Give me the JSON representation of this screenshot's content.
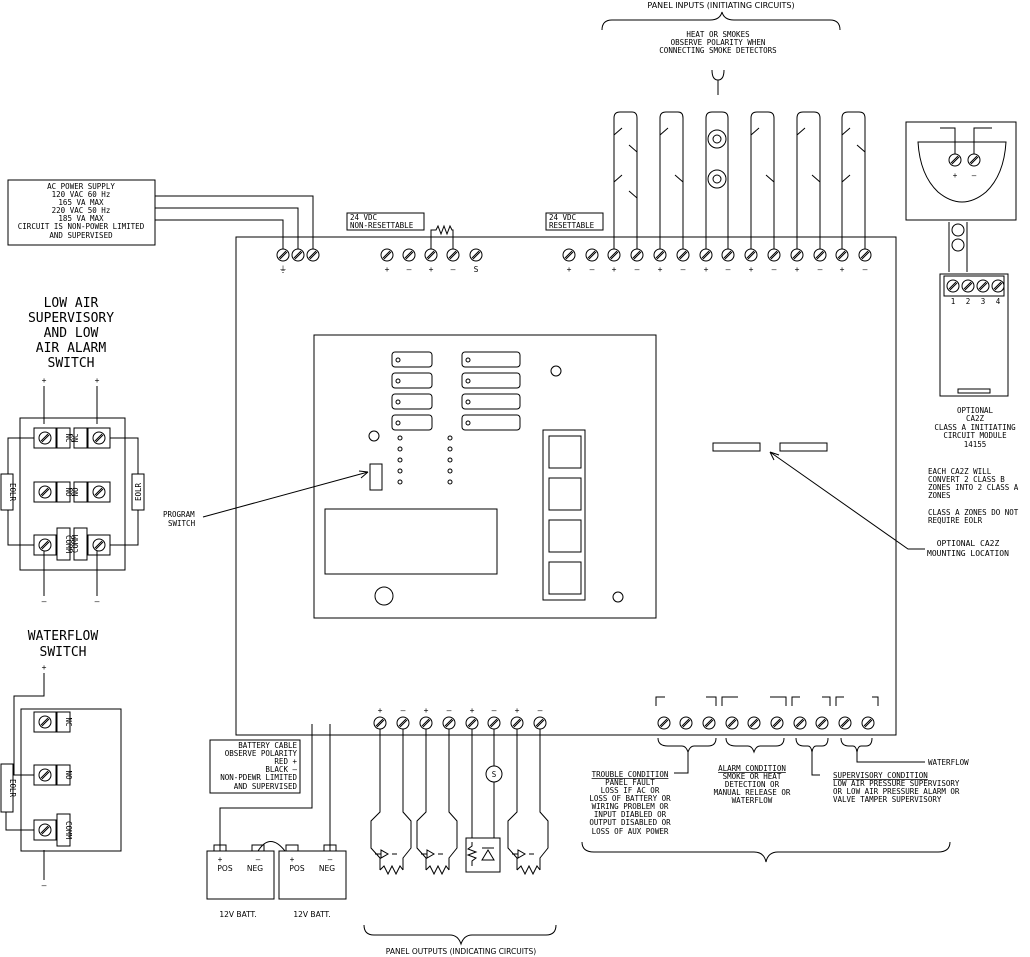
{
  "panel_inputs": {
    "title": "PANEL INPUTS (INITIATING CIRCUITS)",
    "detectors_note": [
      "HEAT OR SMOKES",
      "OBSERVE POLARITY WHEN",
      "CONNECTING SMOKE DETECTORS"
    ]
  },
  "panel_outputs": {
    "title": "PANEL OUTPUTS (INDICATING CIRCUITS)"
  },
  "ac_power": {
    "lines": [
      "AC POWER SUPPLY",
      "120 VAC 60 Hz",
      "165 VA  MAX",
      "220 VAC 50 Hz",
      "185 VA  MAX",
      "CIRCUIT IS NON-POWER LIMITED",
      "AND SUPERVISED"
    ]
  },
  "supply_labels": {
    "non_resettable": [
      "24 VDC",
      "NON-RESETTABLE"
    ],
    "resettable": [
      "24 VDC",
      "RESETTABLE"
    ]
  },
  "top_terminal_marks": {
    "ground": "⏚",
    "aux": [
      "+",
      "–",
      "+",
      "–",
      "S"
    ],
    "inputs": [
      "+",
      "–",
      "+",
      "–",
      "+",
      "–",
      "+",
      "–",
      "+",
      "–",
      "+",
      "–",
      "+",
      "–"
    ]
  },
  "low_air_switch": {
    "title": [
      "LOW AIR",
      "SUPERVISORY",
      "AND LOW",
      "AIR ALARM",
      "SWITCH"
    ],
    "contacts": [
      "NC",
      "NC",
      "NO",
      "NO",
      "COMM",
      "COMM"
    ],
    "eolr": "EOLR",
    "plus": "+",
    "minus": "–"
  },
  "waterflow_switch": {
    "title": [
      "WATERFLOW",
      "SWITCH"
    ],
    "contacts": [
      "NC",
      "NO",
      "COMM"
    ],
    "eolr": "EOLR",
    "plus": "+",
    "minus": "–"
  },
  "program_switch": [
    "PROGRAM",
    "SWITCH"
  ],
  "optional_module": {
    "terminal_numbers": [
      "1",
      "2",
      "3",
      "4"
    ],
    "detector_marks": [
      "+",
      "–"
    ],
    "caption": [
      "OPTIONAL",
      "CA2Z",
      "CLASS A INITIATING",
      "CIRCUIT MODULE",
      "14155"
    ],
    "note1": [
      "EACH CA2Z WILL",
      "CONVERT 2 CLASS B",
      "ZONES INTO 2 CLASS A",
      "ZONES"
    ],
    "note2": [
      "CLASS A ZONES DO NOT",
      "REQUIRE EOLR"
    ],
    "mounting": [
      "OPTIONAL CA2Z",
      "MOUNTING LOCATION"
    ]
  },
  "battery": {
    "cable_note": [
      "BATTERY CABLE",
      "OBSERVE POLARITY",
      "RED +",
      "BLACK –",
      "NON-PDEWR LIMITED",
      "AND SUPERVISED"
    ],
    "label": "12V BATT.",
    "pos": "POS",
    "neg": "NEG",
    "plus": "+",
    "minus": "–"
  },
  "output_marks": [
    "+",
    "–",
    "+",
    "–",
    "+",
    "–",
    "+",
    "–"
  ],
  "strobe_symbol": "S",
  "conditions": {
    "trouble": {
      "title": "TROUBLE CONDITION",
      "lines": [
        "PANEL FAULT",
        "LOSS IF AC OR",
        "LOSS OF BATTERY OR",
        "WIRING PROBLEM OR",
        "INPUT DIABLED OR",
        "OUTPUT DISABLED OR",
        "LOSS OF AUX POWER"
      ]
    },
    "alarm": {
      "title": "ALARM CONDITION",
      "lines": [
        "SMOKE OR HEAT",
        "DETECTION OR",
        "MANUAL RELEASE OR",
        "WATERFLOW"
      ]
    },
    "supervisory": {
      "title": "SUPERVISORY CONDITION",
      "lines": [
        "LOW AIR PRESSURE SUPERVISORY",
        "OR LOW AIR PRESSURE ALARM OR",
        "VALVE TAMPER SUPERVISORY"
      ]
    },
    "waterflow": "WATERFLOW"
  }
}
